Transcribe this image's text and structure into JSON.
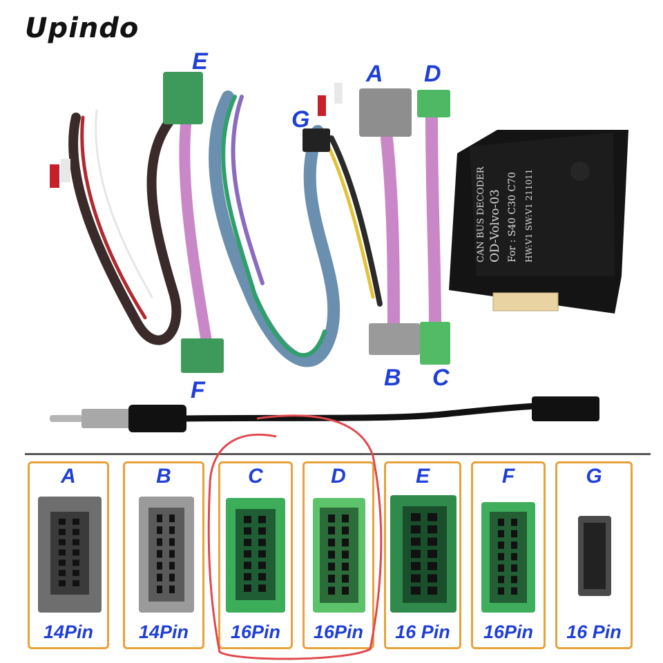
{
  "brand": {
    "name": "Upindo"
  },
  "product": {
    "box_text_lines": [
      "CAN BUS DECODER",
      "OD-Volvo-03",
      "For : S40 C30 C70",
      "HW:V1  SW:V1  211011"
    ]
  },
  "harness_labels": [
    "E",
    "A",
    "D",
    "G",
    "B",
    "C",
    "F"
  ],
  "connectors": [
    {
      "letter": "A",
      "pins": "14Pin",
      "color": "#6e6e6e"
    },
    {
      "letter": "B",
      "pins": "14Pin",
      "color": "#9a9a9a"
    },
    {
      "letter": "C",
      "pins": "16Pin",
      "color": "#3cae5a"
    },
    {
      "letter": "D",
      "pins": "16Pin",
      "color": "#5cc36a"
    },
    {
      "letter": "E",
      "pins": "16 Pin",
      "color": "#2f8a4c"
    },
    {
      "letter": "F",
      "pins": "16Pin",
      "color": "#3fae5c"
    },
    {
      "letter": "G",
      "pins": "16 Pin",
      "color": "#4a4a4a"
    }
  ],
  "colors": {
    "label_blue": "#1f3fd6",
    "card_border": "#e8a23a",
    "highlight_red": "#e0484c"
  }
}
